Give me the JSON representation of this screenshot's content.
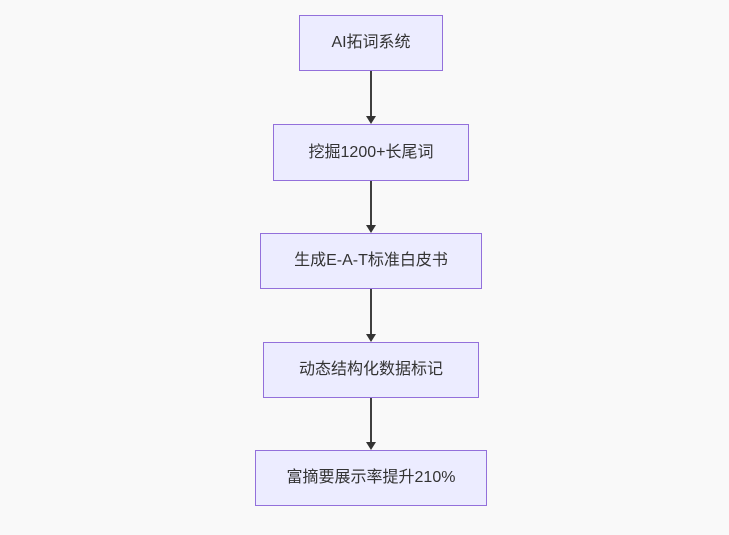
{
  "page": {
    "background_color": "#f9f9f9"
  },
  "diagram": {
    "type": "flowchart",
    "direction": "top-down",
    "node_fill_color": "#ECECFF",
    "node_border_color": "#9370DB",
    "node_text_color": "#333333",
    "arrow_color": "#333333",
    "nodes": [
      {
        "id": "node-1",
        "label": "AI拓词系统"
      },
      {
        "id": "node-2",
        "label": "挖掘1200+长尾词"
      },
      {
        "id": "node-3",
        "label": "生成E-A-T标准白皮书"
      },
      {
        "id": "node-4",
        "label": "动态结构化数据标记"
      },
      {
        "id": "node-5",
        "label": "富摘要展示率提升210%"
      }
    ],
    "edges": [
      {
        "from": "node-1",
        "to": "node-2"
      },
      {
        "from": "node-2",
        "to": "node-3"
      },
      {
        "from": "node-3",
        "to": "node-4"
      },
      {
        "from": "node-4",
        "to": "node-5"
      }
    ]
  }
}
